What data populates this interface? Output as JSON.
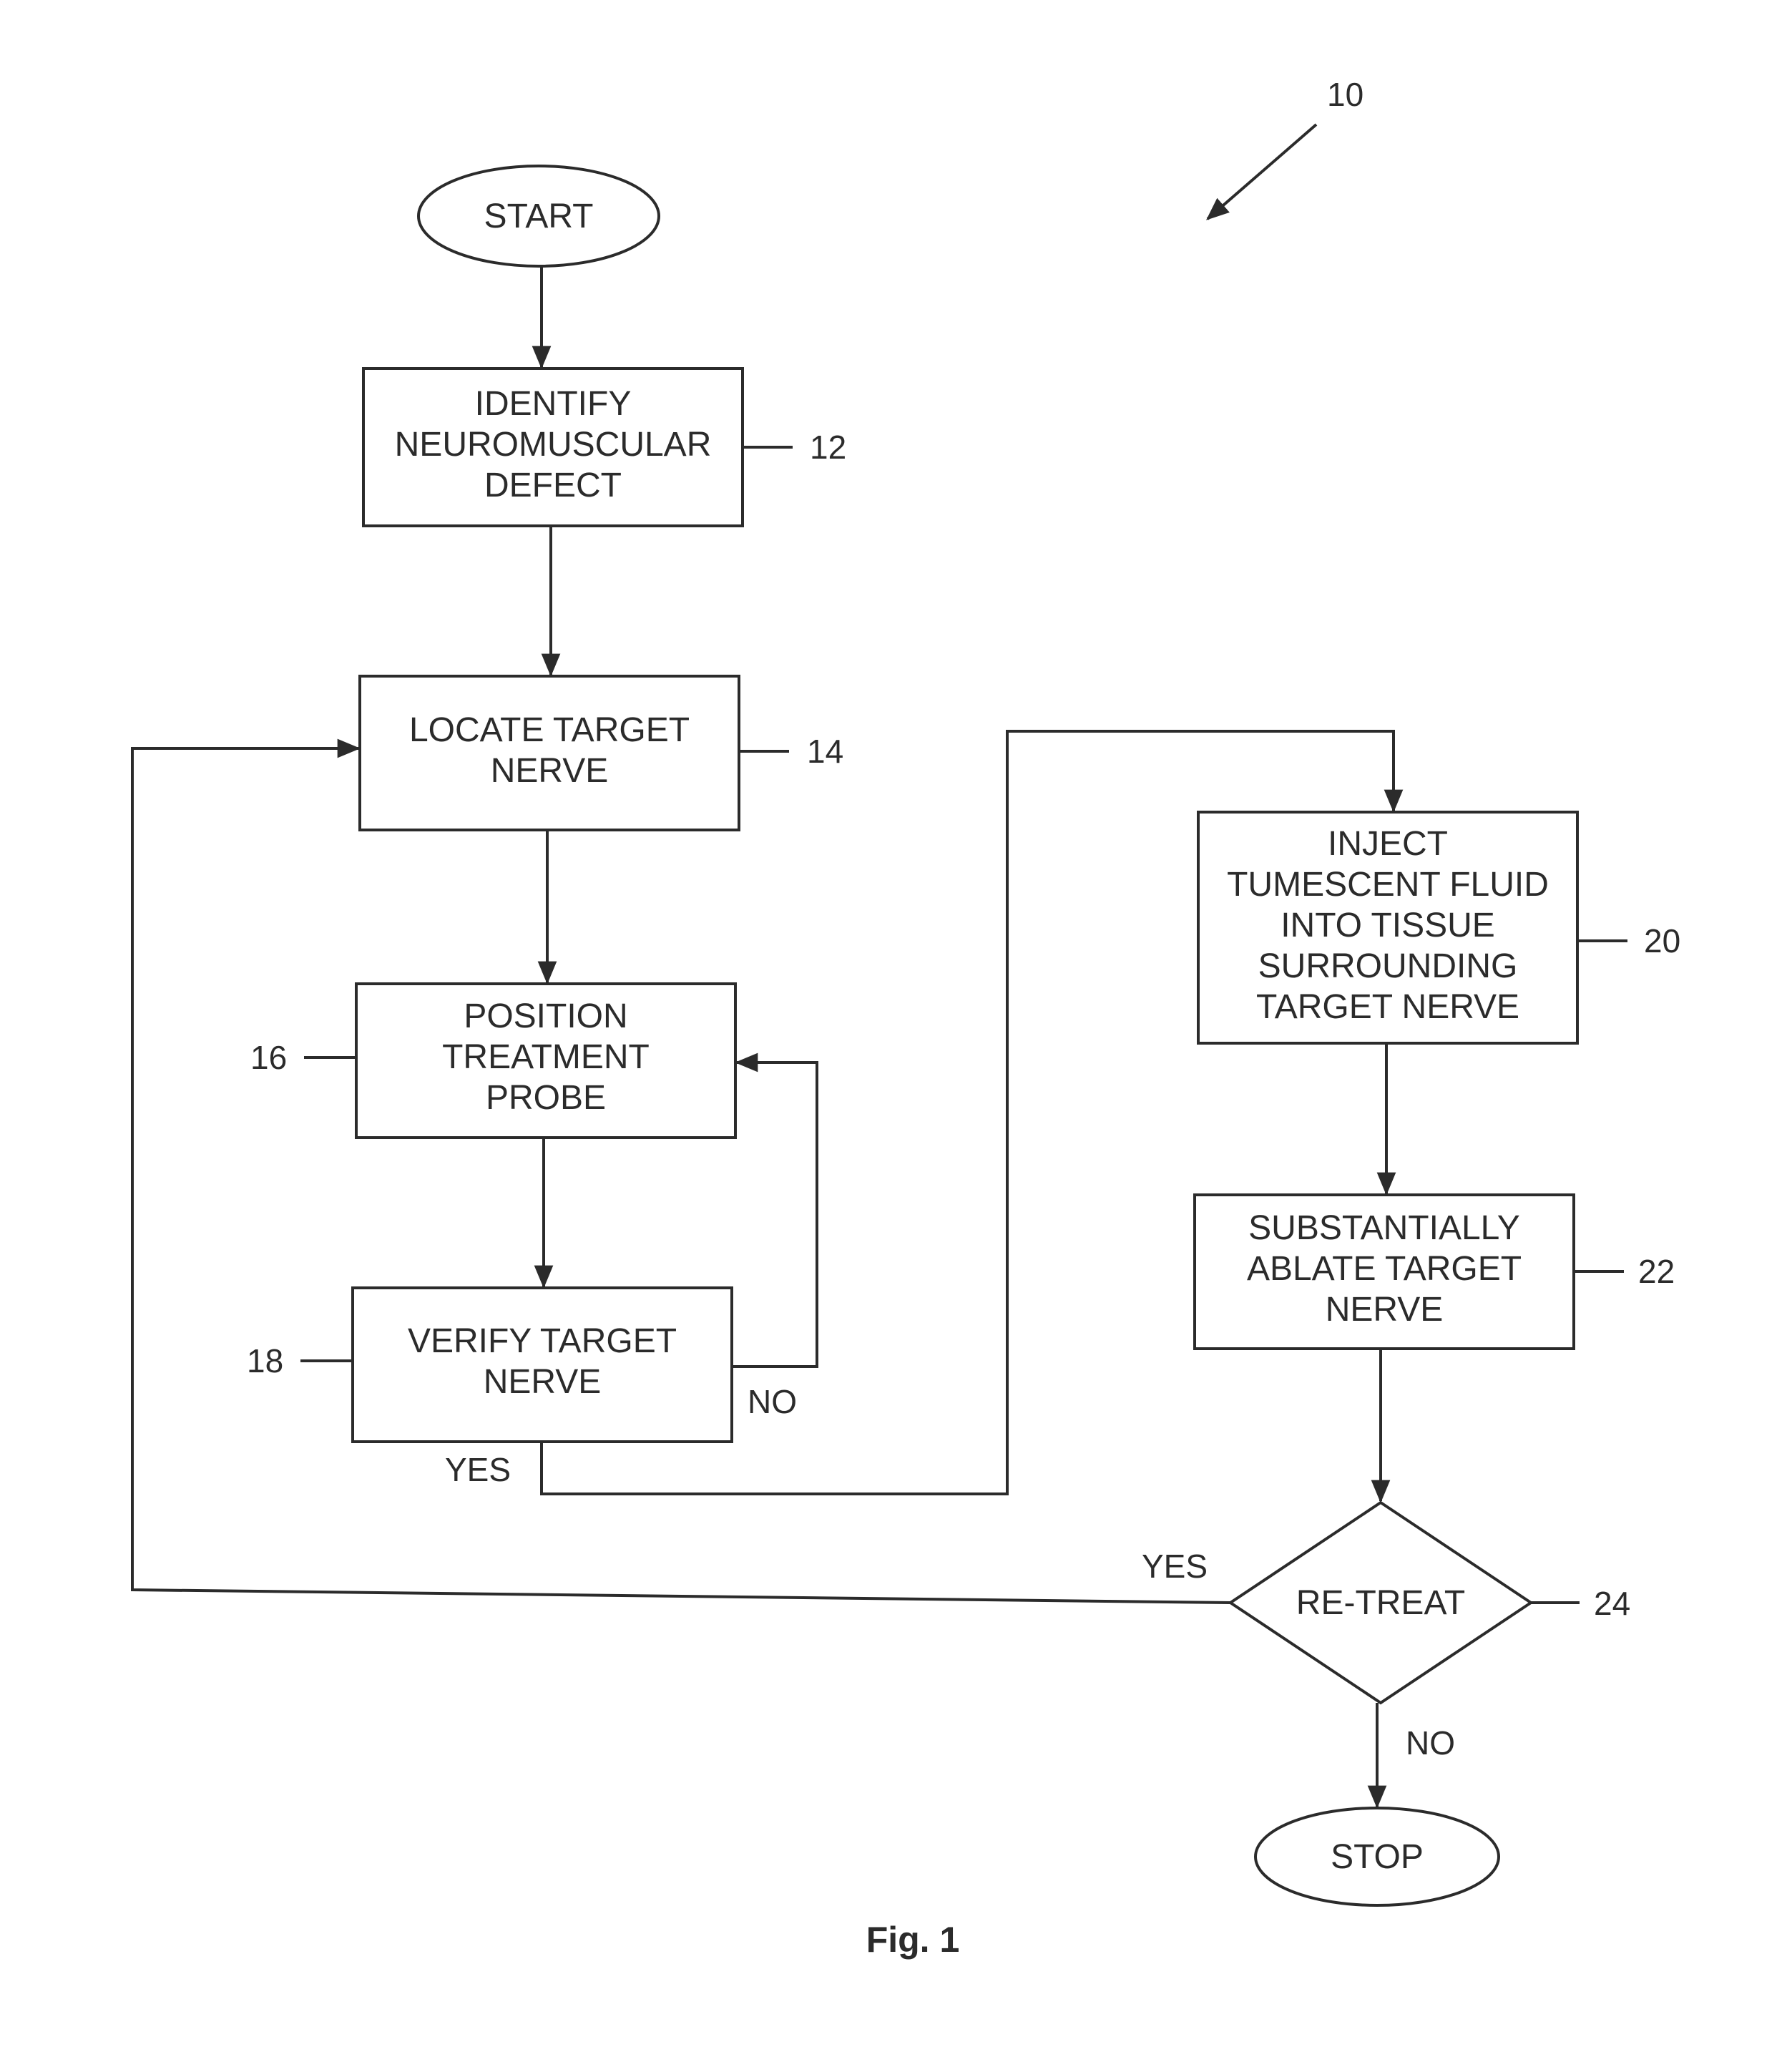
{
  "figure_ref": "10",
  "caption": "Fig. 1",
  "nodes": {
    "start": {
      "lines": [
        "START"
      ]
    },
    "identify": {
      "lines": [
        "IDENTIFY",
        "NEUROMUSCULAR",
        "DEFECT"
      ],
      "ref": "12"
    },
    "locate": {
      "lines": [
        "LOCATE TARGET",
        "NERVE"
      ],
      "ref": "14"
    },
    "position": {
      "lines": [
        "POSITION",
        "TREATMENT",
        "PROBE"
      ],
      "ref": "16"
    },
    "verify": {
      "lines": [
        "VERIFY TARGET",
        "NERVE"
      ],
      "ref": "18"
    },
    "inject": {
      "lines": [
        "INJECT",
        "TUMESCENT FLUID",
        "INTO TISSUE",
        "SURROUNDING",
        "TARGET NERVE"
      ],
      "ref": "20"
    },
    "ablate": {
      "lines": [
        "SUBSTANTIALLY",
        "ABLATE TARGET",
        "NERVE"
      ],
      "ref": "22"
    },
    "retreat": {
      "lines": [
        "RE-TREAT"
      ],
      "ref": "24"
    },
    "stop": {
      "lines": [
        "STOP"
      ]
    }
  },
  "branches": {
    "verify_no": "NO",
    "verify_yes": "YES",
    "retreat_yes": "YES",
    "retreat_no": "NO"
  }
}
